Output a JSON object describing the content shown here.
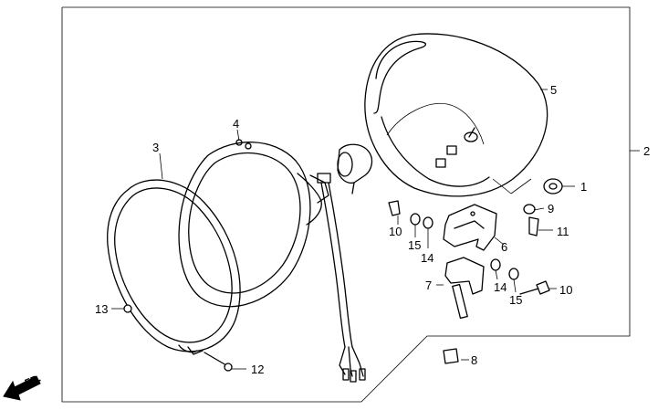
{
  "callouts": {
    "c1": "1",
    "c2": "2",
    "c3": "3",
    "c4": "4",
    "c5": "5",
    "c6": "6",
    "c7": "7",
    "c8": "8",
    "c9": "9",
    "c10a": "10",
    "c10b": "10",
    "c11": "11",
    "c12": "12",
    "c13": "13",
    "c14a": "14",
    "c14b": "14",
    "c15a": "15",
    "c15b": "15"
  },
  "direction_label": "FR."
}
